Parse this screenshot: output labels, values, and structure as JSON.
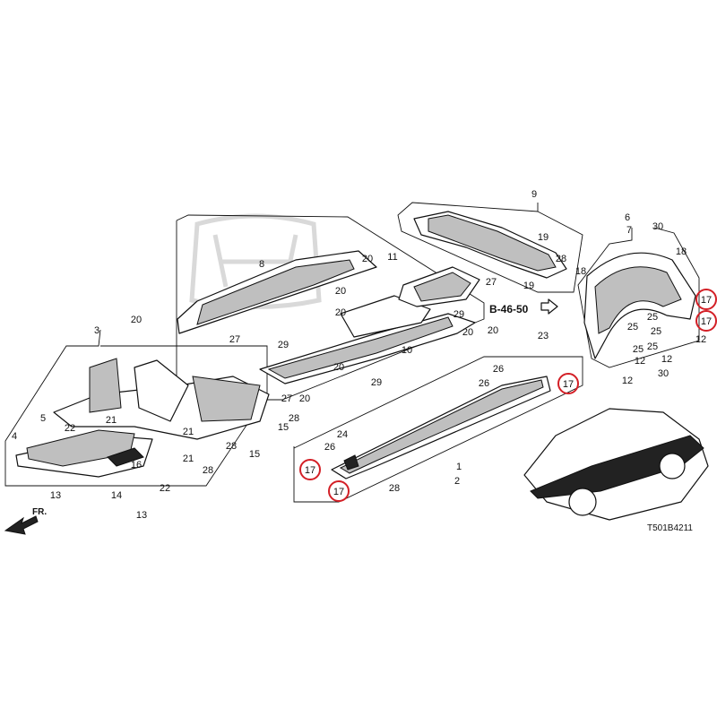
{
  "diagram": {
    "reference": "B-46-50",
    "drawing_code": "T501B4211",
    "direction_label": "FR.",
    "highlight_color": "#d31f26",
    "callouts": [
      {
        "label": "1"
      },
      {
        "label": "2"
      },
      {
        "label": "3"
      },
      {
        "label": "4"
      },
      {
        "label": "5"
      },
      {
        "label": "6"
      },
      {
        "label": "7"
      },
      {
        "label": "8"
      },
      {
        "label": "9"
      },
      {
        "label": "10"
      },
      {
        "label": "11"
      },
      {
        "label": "12"
      },
      {
        "label": "12"
      },
      {
        "label": "12"
      },
      {
        "label": "12"
      },
      {
        "label": "13"
      },
      {
        "label": "13"
      },
      {
        "label": "14"
      },
      {
        "label": "15"
      },
      {
        "label": "15"
      },
      {
        "label": "16"
      },
      {
        "label": "17"
      },
      {
        "label": "17"
      },
      {
        "label": "17"
      },
      {
        "label": "17"
      },
      {
        "label": "17"
      },
      {
        "label": "18"
      },
      {
        "label": "18"
      },
      {
        "label": "19"
      },
      {
        "label": "19"
      },
      {
        "label": "20"
      },
      {
        "label": "20"
      },
      {
        "label": "20"
      },
      {
        "label": "20"
      },
      {
        "label": "20"
      },
      {
        "label": "20"
      },
      {
        "label": "20"
      },
      {
        "label": "20"
      },
      {
        "label": "21"
      },
      {
        "label": "21"
      },
      {
        "label": "21"
      },
      {
        "label": "22"
      },
      {
        "label": "22"
      },
      {
        "label": "23"
      },
      {
        "label": "24"
      },
      {
        "label": "25"
      },
      {
        "label": "25"
      },
      {
        "label": "25"
      },
      {
        "label": "25"
      },
      {
        "label": "25"
      },
      {
        "label": "26"
      },
      {
        "label": "26"
      },
      {
        "label": "26"
      },
      {
        "label": "27"
      },
      {
        "label": "27"
      },
      {
        "label": "27"
      },
      {
        "label": "28"
      },
      {
        "label": "28"
      },
      {
        "label": "28"
      },
      {
        "label": "28"
      },
      {
        "label": "28"
      },
      {
        "label": "29"
      },
      {
        "label": "29"
      },
      {
        "label": "29"
      },
      {
        "label": "30"
      },
      {
        "label": "30"
      }
    ]
  }
}
